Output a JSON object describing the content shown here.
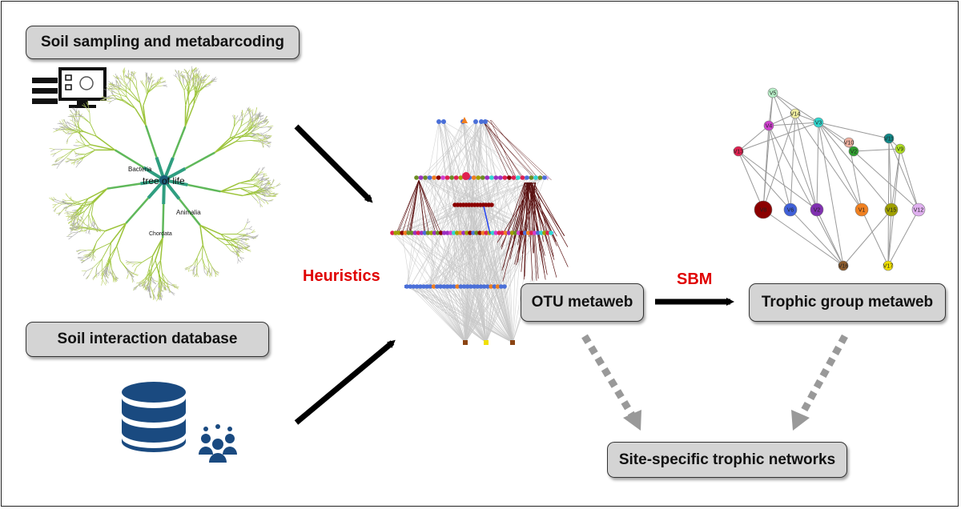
{
  "boxes": {
    "soil_sampling": "Soil sampling and metabarcoding",
    "soil_db": "Soil interaction database",
    "otu": "OTU metaweb",
    "trophic_group": "Trophic group metaweb",
    "site_specific": "Site-specific trophic networks"
  },
  "labels": {
    "heuristics": "Heuristics",
    "sbm": "SBM"
  },
  "tree_labels": {
    "center": "tree of life",
    "bacteria": "Bacteria",
    "animalia": "Animalia",
    "chordata": "Chordata"
  },
  "sbm_nodes": [
    {
      "label": "V5",
      "color": "#b8f0c8"
    },
    {
      "label": "V14",
      "color": "#f0eea0"
    },
    {
      "label": "V3",
      "color": "#30d8d0"
    },
    {
      "label": "V4",
      "color": "#d040d0"
    },
    {
      "label": "V13",
      "color": "#e02050"
    },
    {
      "label": "V10",
      "color": "#f0b0a0"
    },
    {
      "label": "V11",
      "color": "#108888"
    },
    {
      "label": "V2",
      "color": "#30a030"
    },
    {
      "label": "V9",
      "color": "#b0e020"
    },
    {
      "label": "V8",
      "color": "#8b0000"
    },
    {
      "label": "V6",
      "color": "#4060d8"
    },
    {
      "label": "V2",
      "color": "#8030b0"
    },
    {
      "label": "V1",
      "color": "#f08020"
    },
    {
      "label": "V15",
      "color": "#a0a000"
    },
    {
      "label": "V12",
      "color": "#e0b0f0"
    },
    {
      "label": "V16",
      "color": "#8b5a2b"
    },
    {
      "label": "V17",
      "color": "#f0e000"
    }
  ],
  "colors": {
    "box_fill": "#d4d4d4",
    "heuristics_red": "#e00000",
    "icon_blue": "#1a4a80",
    "dashed_arrow": "#999999"
  }
}
